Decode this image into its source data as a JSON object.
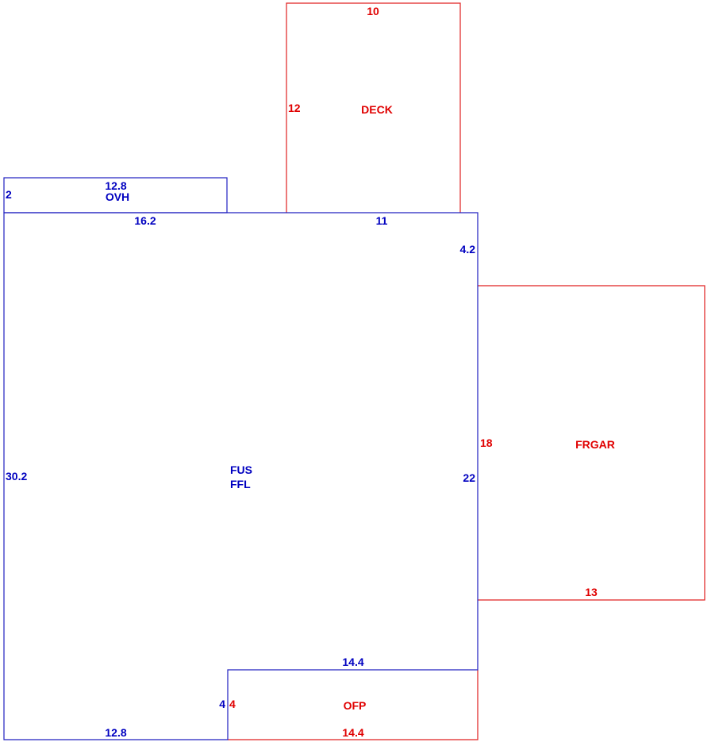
{
  "colors": {
    "main_outline": "#2020c0",
    "addition_outline": "#e02020",
    "main_text": "#0000c0",
    "addition_text": "#e00000"
  },
  "areas": {
    "main": {
      "code_line1": "FUS",
      "code_line2": "FFL",
      "dims": {
        "top_left": "16.2",
        "top_right": "11",
        "right_upper": "4.2",
        "right_lower": "22",
        "left": "30.2",
        "bottom": "12.8",
        "notch_top": "14.4",
        "notch_side": "4"
      }
    },
    "overhang": {
      "code": "OVH",
      "dims": {
        "top": "12.8",
        "left": "2"
      }
    },
    "deck": {
      "code": "DECK",
      "dims": {
        "top": "10",
        "left": "12"
      }
    },
    "garage": {
      "code": "FRGAR",
      "dims": {
        "left": "18",
        "bottom": "13"
      }
    },
    "porch": {
      "code": "OFP",
      "dims": {
        "left": "4",
        "bottom": "14.4"
      }
    }
  }
}
